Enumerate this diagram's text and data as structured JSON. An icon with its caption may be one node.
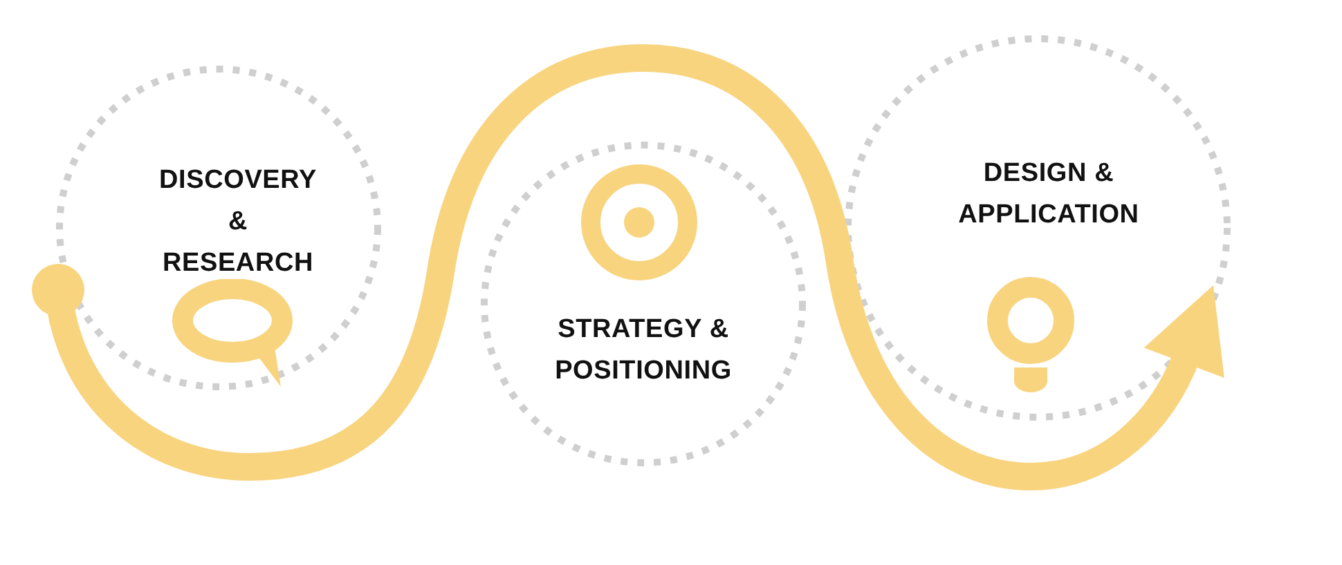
{
  "diagram": {
    "nodes": [
      {
        "text": [
          "DISCOVERY & RESEARCH"
        ]
      },
      {
        "text": [
          "STRATEGY & POSITIONING"
        ]
      },
      {
        "text": [
          "DESIGN & APPLICATION"
        ]
      }
    ],
    "edges": [
      {
        "from": 0,
        "to": 2,
        "arrow": "to"
      }
    ]
  }
}
